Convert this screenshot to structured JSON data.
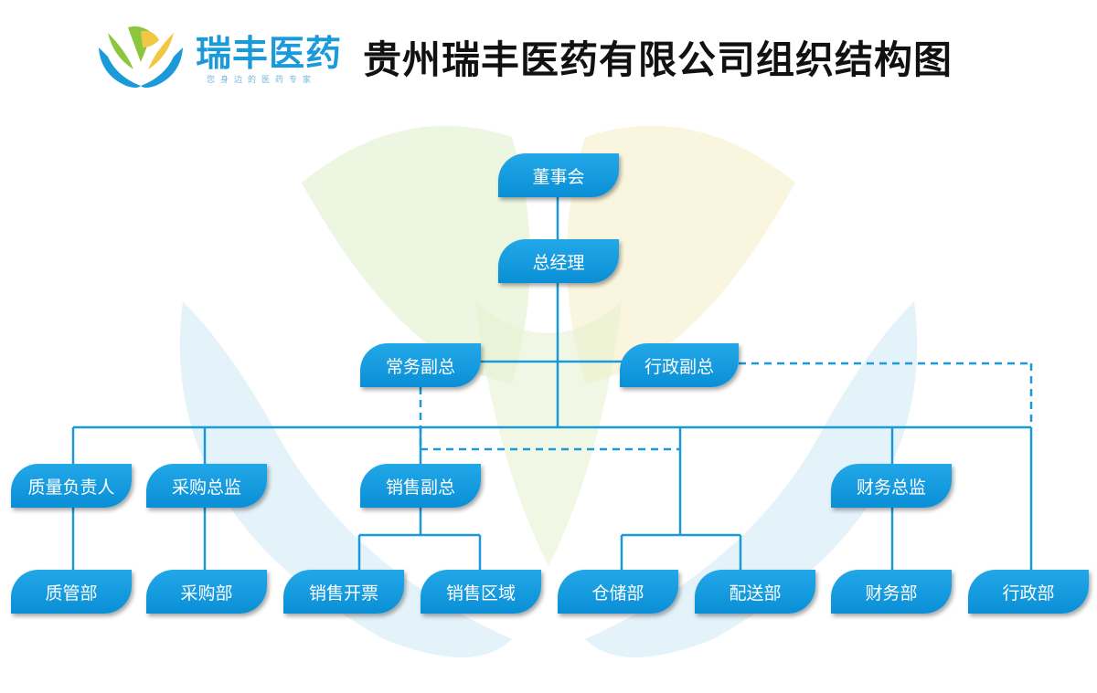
{
  "header": {
    "logo_text": "瑞丰医药",
    "logo_slogan": "您身边的医药专家",
    "title": "贵州瑞丰医药有限公司组织结构图"
  },
  "colors": {
    "node_fill": "#0f96dd",
    "line": "#1b99d8",
    "title": "#111111",
    "logo_blue": "#1a9ad9",
    "logo_green": "#8cc63f",
    "logo_yellow": "#f2c744"
  },
  "nodes": {
    "board": "董事会",
    "gm": "总经理",
    "exec_vp": "常务副总",
    "admin_vp": "行政副总",
    "quality_head": "质量负责人",
    "purchase_director": "采购总监",
    "sales_vp": "销售副总",
    "finance_director": "财务总监",
    "quality_dept": "质管部",
    "purchase_dept": "采购部",
    "sales_invoice": "销售开票",
    "sales_region": "销售区域",
    "warehouse": "仓储部",
    "delivery": "配送部",
    "finance_dept": "财务部",
    "admin_dept": "行政部"
  }
}
